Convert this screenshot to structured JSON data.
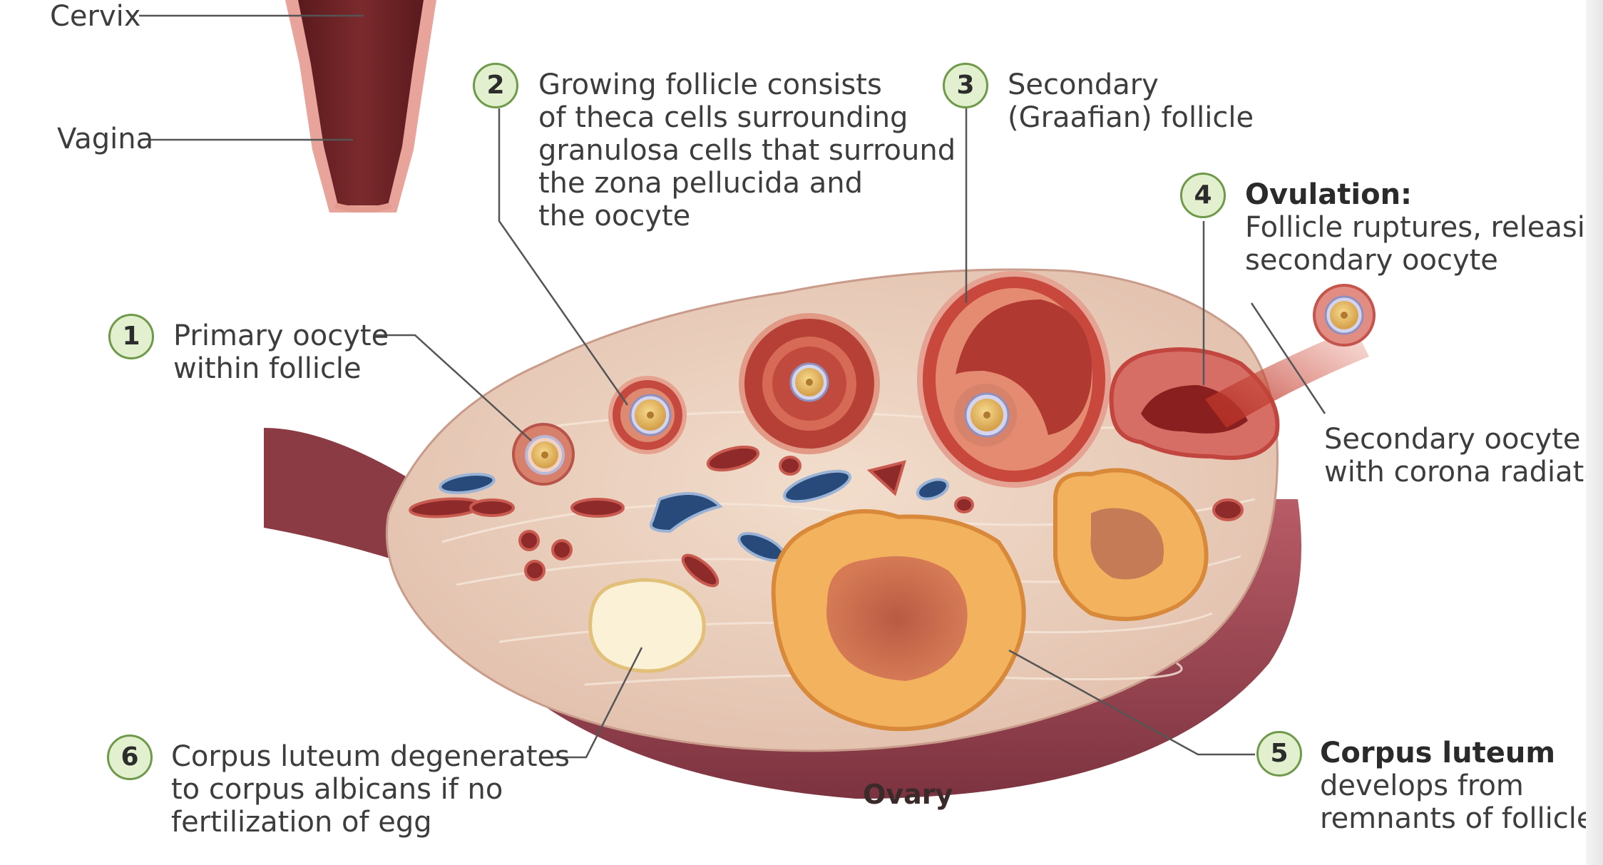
{
  "labels": {
    "cervix": "Cervix",
    "vagina": "Vagina",
    "ovary": "Ovary"
  },
  "steps": [
    {
      "number": "1",
      "lines": [
        "Primary oocyte",
        "within follicle"
      ]
    },
    {
      "number": "2",
      "lines": [
        "Growing follicle consists",
        "of theca cells surrounding",
        "granulosa cells that surround",
        "the zona pellucida and",
        "the oocyte"
      ]
    },
    {
      "number": "3",
      "lines": [
        "Secondary",
        "(Graafian) follicle"
      ]
    },
    {
      "number": "4",
      "title": "Ovulation:",
      "lines": [
        "Follicle ruptures, releasing",
        "secondary oocyte"
      ]
    },
    {
      "number": "5",
      "title": "Corpus luteum",
      "lines": [
        "develops from",
        "remnants of follicle"
      ]
    },
    {
      "number": "6",
      "lines": [
        "Corpus luteum degenerates",
        "to corpus albicans if no",
        "fertilization of egg"
      ]
    }
  ],
  "extra": {
    "secondary_oocyte": [
      "Secondary oocyte",
      "with corona radiata"
    ]
  },
  "colors": {
    "badge_fill": "#e3f0cf",
    "badge_border": "#6e9a4a",
    "ovary_tissue": "#ead1c0",
    "ovary_shadow": "#9a4a52",
    "follicle": "#c2483c",
    "corpus_luteum": "#f0b35e",
    "corpus_albicans": "#fbf2d8",
    "vein": "#274a7a"
  }
}
